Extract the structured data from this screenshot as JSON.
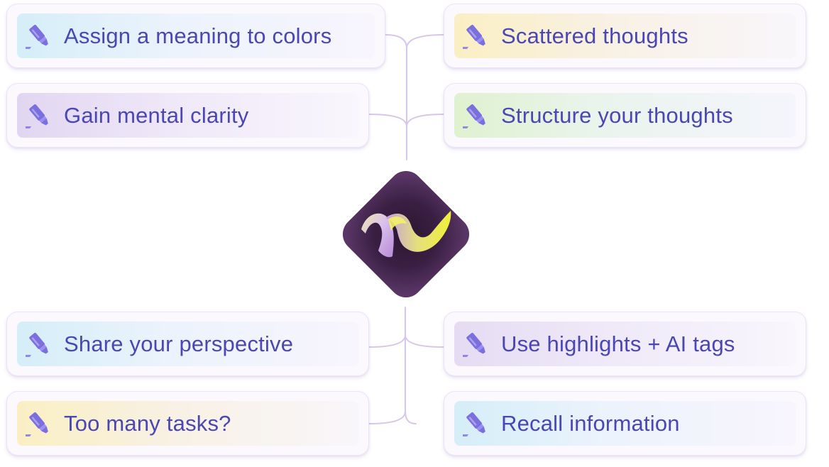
{
  "colors": {
    "text": "#4a47b5",
    "connector": "#d7c6ea",
    "logo_bg": "#4b2a55",
    "icon": "#7b6fe0"
  },
  "center": {
    "logo_icon": "ribbon-check-logo"
  },
  "cards": [
    {
      "id": "assign-colors",
      "label": "Assign a meaning to colors",
      "tint": "cyan",
      "icon": "highlighter-icon"
    },
    {
      "id": "scattered-thoughts",
      "label": "Scattered thoughts",
      "tint": "yellow",
      "icon": "highlighter-icon"
    },
    {
      "id": "mental-clarity",
      "label": "Gain mental clarity",
      "tint": "purple",
      "icon": "highlighter-icon"
    },
    {
      "id": "structure-thoughts",
      "label": "Structure your thoughts",
      "tint": "green",
      "icon": "highlighter-icon"
    },
    {
      "id": "share-perspective",
      "label": "Share your perspective",
      "tint": "cyan",
      "icon": "highlighter-icon"
    },
    {
      "id": "highlights-ai-tags",
      "label": "Use highlights + AI tags",
      "tint": "lightpurple",
      "icon": "highlighter-icon"
    },
    {
      "id": "too-many-tasks",
      "label": "Too many tasks?",
      "tint": "yellow",
      "icon": "highlighter-icon"
    },
    {
      "id": "recall-information",
      "label": "Recall information",
      "tint": "cyan",
      "icon": "highlighter-icon"
    }
  ]
}
